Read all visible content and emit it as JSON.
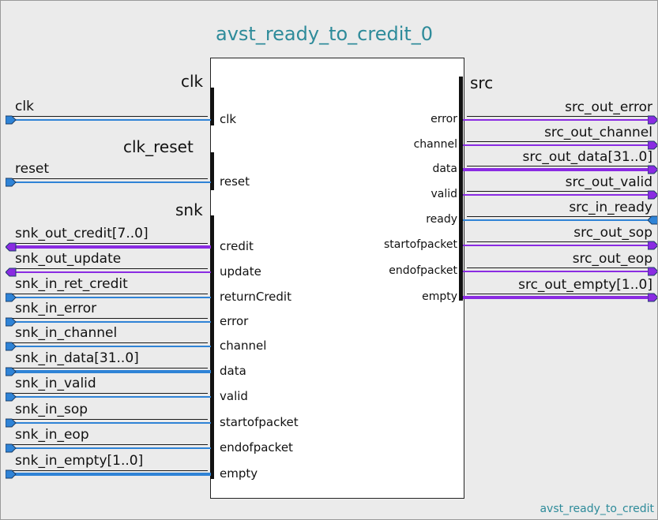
{
  "component": {
    "title": "avst_ready_to_credit_0",
    "footer": "avst_ready_to_credit"
  },
  "groups": {
    "clk": "clk",
    "clk_reset": "clk_reset",
    "snk": "snk",
    "src": "src"
  },
  "left_signals": [
    {
      "name": "clk",
      "port": "clk",
      "direction": "in",
      "color": "#2f83d6"
    },
    {
      "name": "reset",
      "port": "reset",
      "direction": "in",
      "color": "#2f83d6"
    },
    {
      "name": "snk_out_credit[7..0]",
      "port": "credit",
      "direction": "out",
      "color": "#8a2be2"
    },
    {
      "name": "snk_out_update",
      "port": "update",
      "direction": "out",
      "color": "#8a2be2"
    },
    {
      "name": "snk_in_ret_credit",
      "port": "returnCredit",
      "direction": "in",
      "color": "#2f83d6"
    },
    {
      "name": "snk_in_error",
      "port": "error",
      "direction": "in",
      "color": "#2f83d6"
    },
    {
      "name": "snk_in_channel",
      "port": "channel",
      "direction": "in",
      "color": "#2f83d6"
    },
    {
      "name": "snk_in_data[31..0]",
      "port": "data",
      "direction": "in",
      "color": "#2f83d6"
    },
    {
      "name": "snk_in_valid",
      "port": "valid",
      "direction": "in",
      "color": "#2f83d6"
    },
    {
      "name": "snk_in_sop",
      "port": "startofpacket",
      "direction": "in",
      "color": "#2f83d6"
    },
    {
      "name": "snk_in_eop",
      "port": "endofpacket",
      "direction": "in",
      "color": "#2f83d6"
    },
    {
      "name": "snk_in_empty[1..0]",
      "port": "empty",
      "direction": "in",
      "color": "#2f83d6"
    }
  ],
  "right_signals": [
    {
      "name": "src_out_error",
      "port": "error",
      "direction": "out",
      "color": "#8a2be2"
    },
    {
      "name": "src_out_channel",
      "port": "channel",
      "direction": "out",
      "color": "#8a2be2"
    },
    {
      "name": "src_out_data[31..0]",
      "port": "data",
      "direction": "out",
      "color": "#8a2be2"
    },
    {
      "name": "src_out_valid",
      "port": "valid",
      "direction": "out",
      "color": "#8a2be2"
    },
    {
      "name": "src_in_ready",
      "port": "ready",
      "direction": "in",
      "color": "#2f83d6"
    },
    {
      "name": "src_out_sop",
      "port": "startofpacket",
      "direction": "out",
      "color": "#8a2be2"
    },
    {
      "name": "src_out_eop",
      "port": "endofpacket",
      "direction": "out",
      "color": "#8a2be2"
    },
    {
      "name": "src_out_empty[1..0]",
      "port": "empty",
      "direction": "out",
      "color": "#8a2be2"
    }
  ]
}
